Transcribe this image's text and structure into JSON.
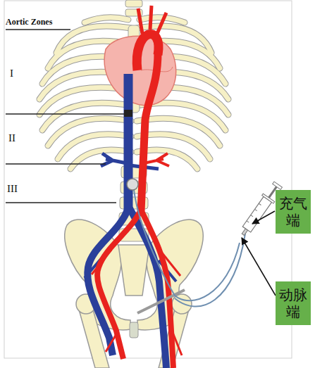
{
  "diagram": {
    "nodes": [
      {
        "text": [
          "充气端"
        ]
      },
      {
        "text": [
          "动脉端"
        ]
      }
    ],
    "labels": [
      "Aortic Zones",
      "I",
      "II",
      "III"
    ]
  }
}
